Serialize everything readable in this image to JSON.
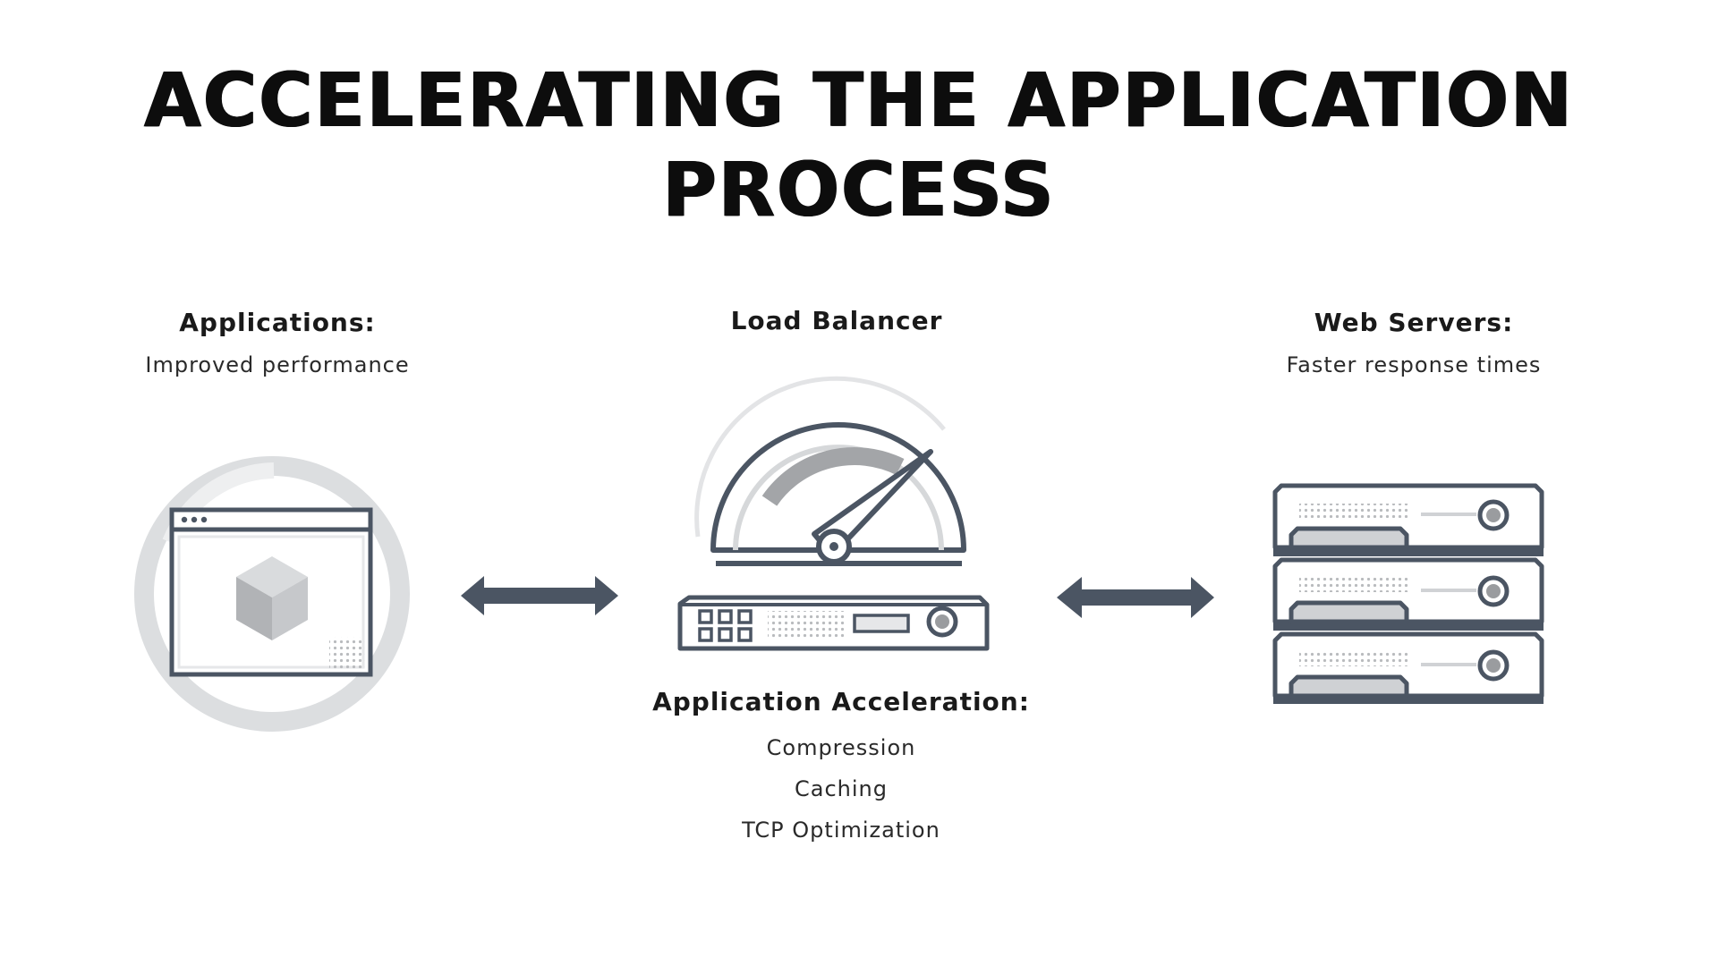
{
  "title": "ACCELERATING THE APPLICATION PROCESS",
  "applications": {
    "heading": "Applications:",
    "subtitle": "Improved performance"
  },
  "load_balancer": {
    "heading": "Load Balancer"
  },
  "web_servers": {
    "heading": "Web Servers:",
    "subtitle": "Faster response times"
  },
  "acceleration": {
    "heading": "Application Acceleration:",
    "items": [
      "Compression",
      "Caching",
      "TCP Optimization"
    ]
  },
  "colors": {
    "primary": "#4b5563",
    "light_gray": "#d4d6d9",
    "mid_gray": "#a3a5a8",
    "background": "#ffffff"
  },
  "icons": [
    "application-window-icon",
    "speedometer-icon",
    "load-balancer-appliance-icon",
    "server-stack-icon",
    "bidirectional-arrow-icon"
  ]
}
